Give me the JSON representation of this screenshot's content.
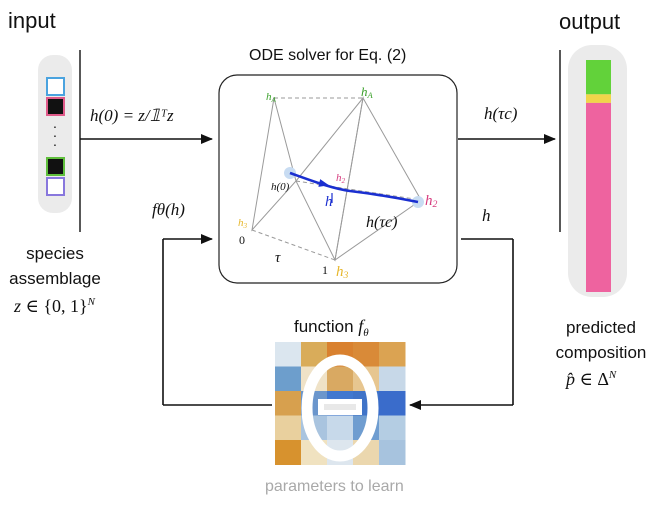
{
  "input_title": "input",
  "output_title": "output",
  "solver_title": "ODE solver for Eq. (2)",
  "function_title": "function",
  "function_symbol": "f",
  "function_sub": "θ",
  "parameters_label": "parameters to learn",
  "species_label_line1": "species",
  "species_label_line2": "assemblage",
  "species_set": {
    "lhs": "z",
    "in": "∈",
    "set": "{0, 1}",
    "power": "N"
  },
  "predicted_line1": "predicted",
  "predicted_line2": "composition",
  "predicted_set": {
    "lhs": "p̂",
    "in": "∈",
    "set": "Δ",
    "power": "N"
  },
  "init_eq": "h(0) = z/𝟙ᵀz",
  "output_eq": "h(τc)",
  "f_label": "fθ(h)",
  "h_label": "h",
  "triangle": {
    "v_a1": "hA",
    "v_a2": "hA",
    "v_2a": "h2",
    "v_2b": "h2",
    "v_3a": "h3",
    "v_3b": "h3",
    "h0": "h(0)",
    "hcur": "h",
    "htc": "h(τc)",
    "zero": "0",
    "one": "1",
    "tau": "τ"
  },
  "input_cells": [
    {
      "fill": "#ffffff",
      "border": "#4aa3df"
    },
    {
      "fill": "#111111",
      "border": "#e05a8a"
    },
    {
      "fill": "#111111",
      "border": "#5fbf3c"
    },
    {
      "fill": "#ffffff",
      "border": "#8877dd"
    }
  ],
  "output_bar": [
    {
      "value": 0.148,
      "color": "#62d23a"
    },
    {
      "value": 0.037,
      "color": "#f0d54a"
    },
    {
      "value": 0.815,
      "color": "#ee639f"
    }
  ],
  "heatmap_colors": [
    [
      "#dbe6ef",
      "#d9ac5a",
      "#d9812f",
      "#d98a38",
      "#dba352"
    ],
    [
      "#6d9ecc",
      "#efe2c7",
      "#d9a962",
      "#e7c690",
      "#c7d8e8"
    ],
    [
      "#d7a04e",
      "#6b96cc",
      "#4178cf",
      "#3f73c8",
      "#3a6ccb"
    ],
    [
      "#e9d09e",
      "#a9c4df",
      "#c7d9ea",
      "#6f9dd0",
      "#b4cde3"
    ],
    [
      "#d7922e",
      "#f0e2c0",
      "#dde6ee",
      "#ebd7ae",
      "#a7c3de"
    ]
  ]
}
